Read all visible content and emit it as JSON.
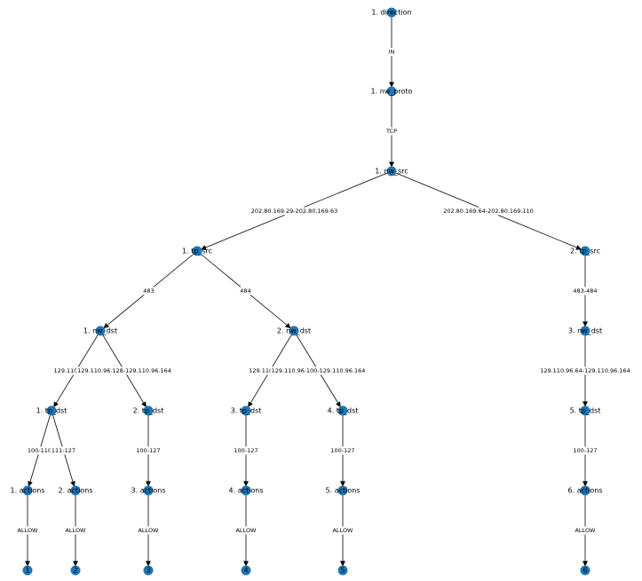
{
  "colors": {
    "node": "#1f77b4",
    "edge": "#000000",
    "label_bg": "#ffffff"
  },
  "nodes": [
    {
      "id": "n0",
      "label": "1. direction"
    },
    {
      "id": "n1",
      "label": "1. nw_proto"
    },
    {
      "id": "n2",
      "label": "1. nw_src"
    },
    {
      "id": "n3",
      "label": "1. tp_src"
    },
    {
      "id": "n4",
      "label": "2. tp_src"
    },
    {
      "id": "n5",
      "label": "1. nw_dst"
    },
    {
      "id": "n6",
      "label": "2. nw_dst"
    },
    {
      "id": "n7",
      "label": "3. nw_dst"
    },
    {
      "id": "n8",
      "label": "1. tp_dst"
    },
    {
      "id": "n9",
      "label": "2. tp_dst"
    },
    {
      "id": "n10",
      "label": "3. tp_dst"
    },
    {
      "id": "n11",
      "label": "4. tp_dst"
    },
    {
      "id": "n12",
      "label": "5. tp_dst"
    },
    {
      "id": "n13",
      "label": "1. actions"
    },
    {
      "id": "n14",
      "label": "2. actions"
    },
    {
      "id": "n15",
      "label": "3. actions"
    },
    {
      "id": "n16",
      "label": "4. actions"
    },
    {
      "id": "n17",
      "label": "5. actions"
    },
    {
      "id": "n18",
      "label": "6. actions"
    },
    {
      "id": "n19",
      "label": "1"
    },
    {
      "id": "n20",
      "label": "2"
    },
    {
      "id": "n21",
      "label": "3"
    },
    {
      "id": "n22",
      "label": "4"
    },
    {
      "id": "n23",
      "label": "5"
    },
    {
      "id": "n24",
      "label": "6"
    }
  ],
  "edges": [
    {
      "from": "n0",
      "to": "n1",
      "label": "IN"
    },
    {
      "from": "n1",
      "to": "n2",
      "label": "TCP"
    },
    {
      "from": "n2",
      "to": "n3",
      "label": "202.80.169.29-202.80.169.63"
    },
    {
      "from": "n2",
      "to": "n4",
      "label": "202.80.169.64-202.80.169.110"
    },
    {
      "from": "n3",
      "to": "n5",
      "label": "483"
    },
    {
      "from": "n3",
      "to": "n6",
      "label": "484"
    },
    {
      "from": "n4",
      "to": "n7",
      "label": "483-484"
    },
    {
      "from": "n5",
      "to": "n8",
      "label": "129.110.96.64-"
    },
    {
      "from": "n5",
      "to": "n9",
      "label": "129.110.96.128-129.110.96.164"
    },
    {
      "from": "n6",
      "to": "n10",
      "label": "129.110.96.64"
    },
    {
      "from": "n6",
      "to": "n11",
      "label": "129.110.96.100-129.110.96.164"
    },
    {
      "from": "n7",
      "to": "n12",
      "label": "129.110.96.64-129.110.96.164"
    },
    {
      "from": "n8",
      "to": "n13",
      "label": "100-110"
    },
    {
      "from": "n8",
      "to": "n14",
      "label": "111-127"
    },
    {
      "from": "n9",
      "to": "n15",
      "label": "100-127"
    },
    {
      "from": "n10",
      "to": "n16",
      "label": "100-127"
    },
    {
      "from": "n11",
      "to": "n17",
      "label": "100-127"
    },
    {
      "from": "n12",
      "to": "n18",
      "label": "100-127"
    },
    {
      "from": "n13",
      "to": "n19",
      "label": "ALLOW"
    },
    {
      "from": "n14",
      "to": "n20",
      "label": "ALLOW"
    },
    {
      "from": "n15",
      "to": "n21",
      "label": "ALLOW"
    },
    {
      "from": "n16",
      "to": "n22",
      "label": "ALLOW"
    },
    {
      "from": "n17",
      "to": "n23",
      "label": "ALLOW"
    },
    {
      "from": "n18",
      "to": "n24",
      "label": "ALLOW"
    }
  ]
}
